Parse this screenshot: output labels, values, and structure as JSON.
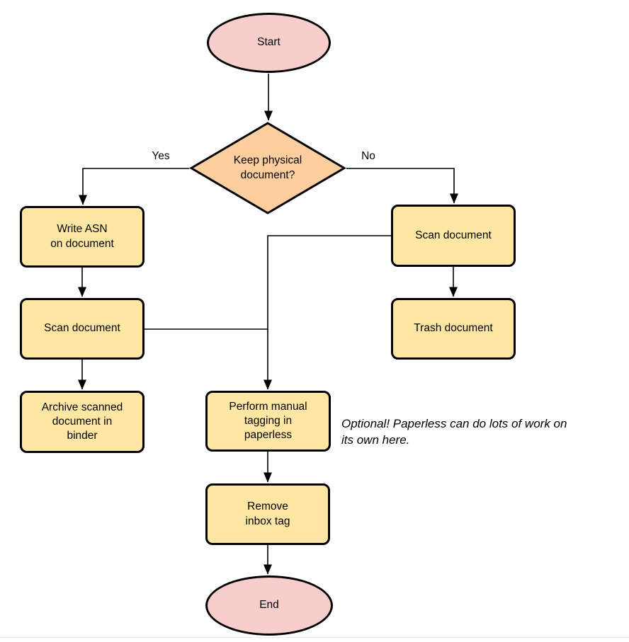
{
  "flowchart": {
    "nodes": {
      "start": {
        "label": "Start",
        "shape": "terminator",
        "fill": "#f8cecc"
      },
      "decision": {
        "label": "Keep physical\ndocument?",
        "shape": "diamond",
        "fill": "#ffce9e"
      },
      "write_asn": {
        "label": "Write ASN\non document",
        "shape": "process",
        "fill": "#ffe6a2"
      },
      "scan_left": {
        "label": "Scan document",
        "shape": "process",
        "fill": "#ffe6a2"
      },
      "archive": {
        "label": "Archive scanned\ndocument in\nbinder",
        "shape": "process",
        "fill": "#ffe6a2"
      },
      "scan_right": {
        "label": "Scan document",
        "shape": "process",
        "fill": "#ffe6a2"
      },
      "trash": {
        "label": "Trash document",
        "shape": "process",
        "fill": "#ffe6a2"
      },
      "tagging": {
        "label": "Perform manual\ntagging in\npaperless",
        "shape": "process",
        "fill": "#ffe6a2"
      },
      "remove_inbox": {
        "label": "Remove\ninbox tag",
        "shape": "process",
        "fill": "#ffe6a2"
      },
      "end": {
        "label": "End",
        "shape": "terminator",
        "fill": "#f8cecc"
      }
    },
    "edges": [
      {
        "from": "start",
        "to": "decision",
        "label": ""
      },
      {
        "from": "decision",
        "to": "write_asn",
        "label": "Yes"
      },
      {
        "from": "decision",
        "to": "scan_right",
        "label": "No"
      },
      {
        "from": "write_asn",
        "to": "scan_left",
        "label": ""
      },
      {
        "from": "scan_left",
        "to": "archive",
        "label": ""
      },
      {
        "from": "scan_right",
        "to": "trash",
        "label": ""
      },
      {
        "from": "scan_left",
        "to": "tagging",
        "label": ""
      },
      {
        "from": "scan_right",
        "to": "tagging",
        "label": ""
      },
      {
        "from": "tagging",
        "to": "remove_inbox",
        "label": ""
      },
      {
        "from": "remove_inbox",
        "to": "end",
        "label": ""
      }
    ],
    "annotation": "Optional! Paperless can do lots of work on\nits own here.",
    "colors": {
      "terminator_fill": "#f8cecc",
      "decision_fill": "#ffce9e",
      "process_fill": "#ffe6a2",
      "stroke": "#000000",
      "background": "#ffffff"
    }
  }
}
